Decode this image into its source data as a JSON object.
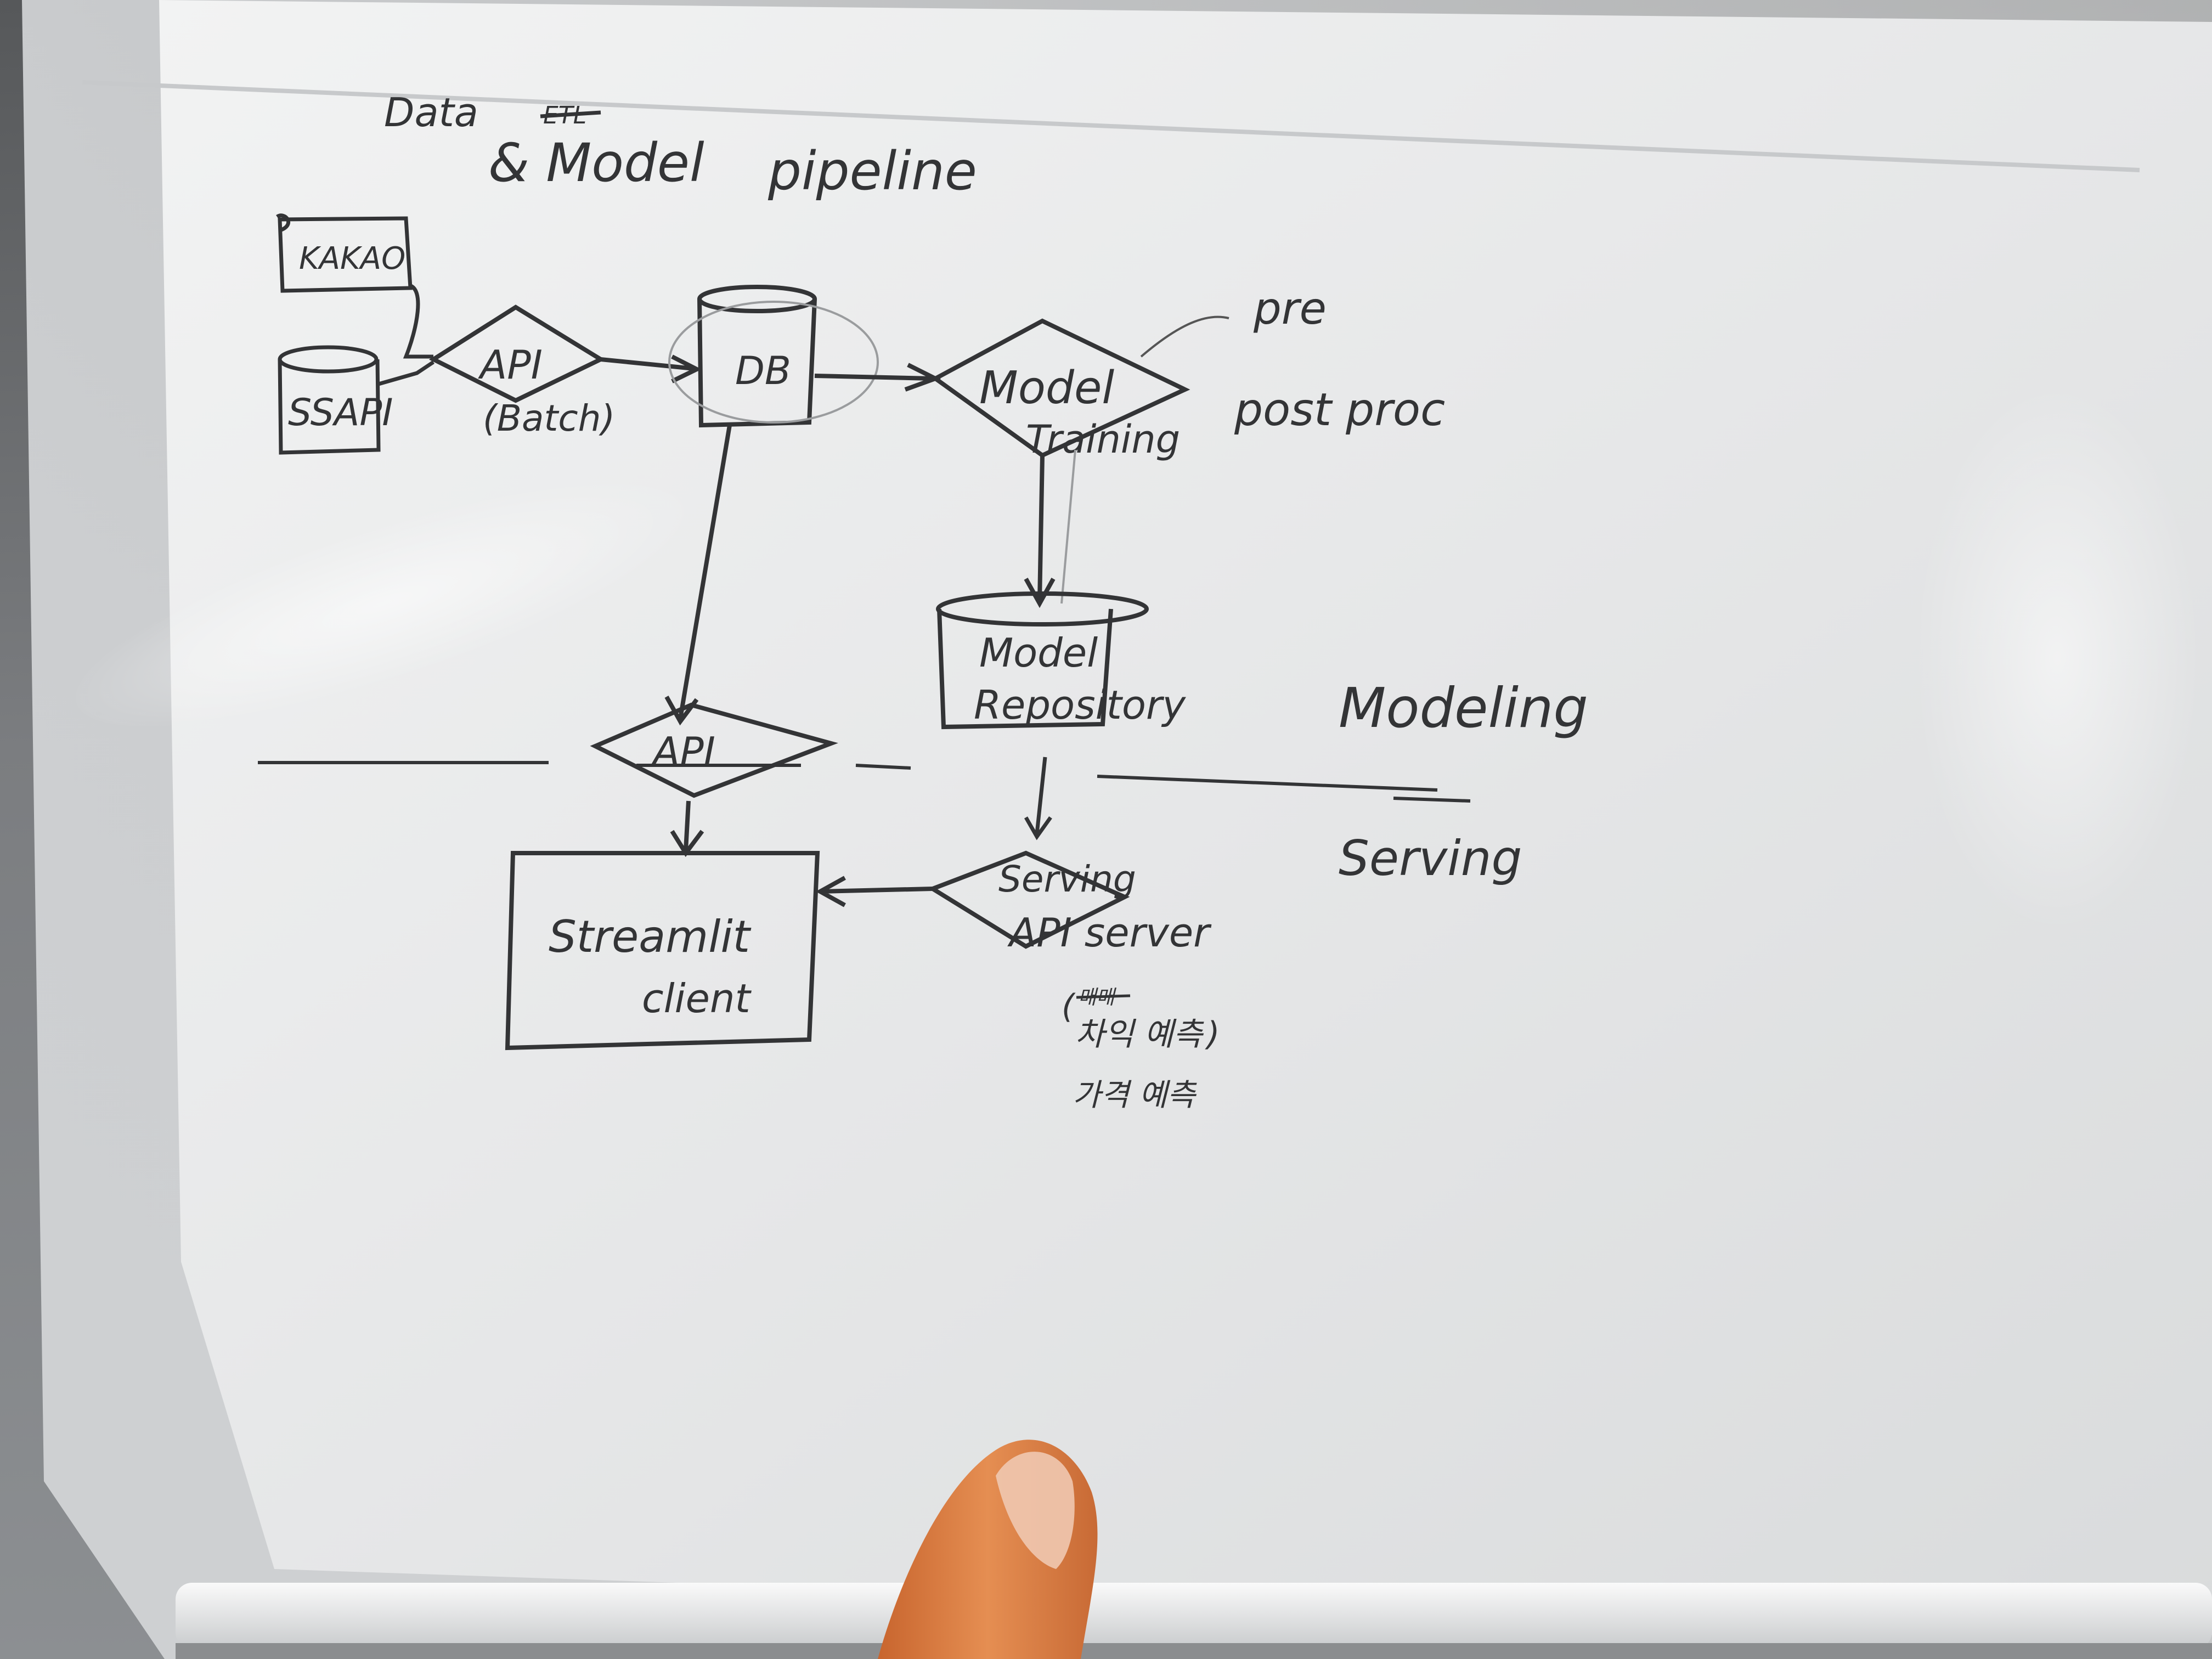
{
  "diagram": {
    "title_data": "Data",
    "title_strike": "ETL",
    "title_model": "& Model",
    "title_pipeline": "pipeline",
    "source_kakao": "KAKAO",
    "source_api": "SSAPI",
    "api_label": "API",
    "api_sub": "(Batch)",
    "db_label": "DB",
    "model_training_line1": "Model",
    "model_training_line2": "Training",
    "pre_note": "pre",
    "post_note": "post proc",
    "model_repo_line1": "Model",
    "model_repo_line2": "Repository",
    "api_mid_label": "API",
    "section_modeling": "Modeling",
    "section_serving": "Serving",
    "streamlit_line1": "Streamlit",
    "streamlit_line2": "client",
    "serving_label": "Serving",
    "api_server_label": "API server",
    "paren_note_strike": "매매",
    "paren_note_line1": "차익 예측",
    "paren_note_line2": "가격 예측"
  },
  "colors": {
    "ink": "#333436",
    "paper": "#e9eaea",
    "skin": "#e08a50"
  }
}
